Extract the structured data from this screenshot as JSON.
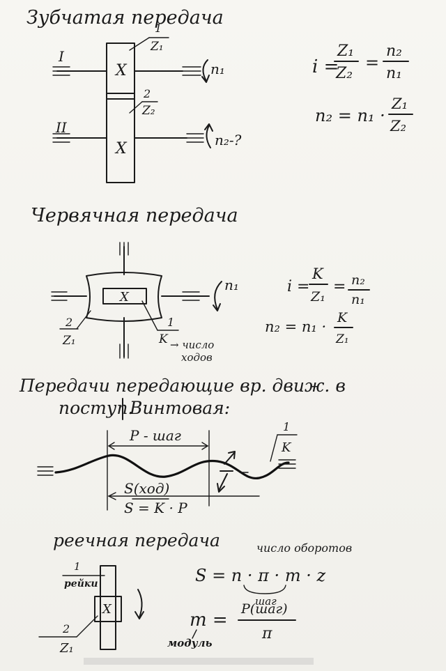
{
  "gear": {
    "title": "Зубчатая передача",
    "shaft1_label": "I",
    "shaft2_label": "II",
    "gear1_num": "1",
    "gear1_z": "Z₁",
    "gear2_num": "2",
    "gear2_z": "Z₂",
    "n1": "n₁",
    "n2": "n₂-?",
    "cross": "X",
    "f1_lhs": "i =",
    "f1_num1": "Z₁",
    "f1_den1": "Z₂",
    "f1_eq": "=",
    "f1_num2": "n₂",
    "f1_den2": "n₁",
    "f2_lhs": "n₂ = n₁ ·",
    "f2_num": "Z₁",
    "f2_den": "Z₂"
  },
  "worm": {
    "title": "Червячная передача",
    "cross": "X",
    "n1": "n₁",
    "gear_num": "2",
    "gear_z": "Z₁",
    "worm_num": "1",
    "worm_k": "K",
    "k_note_line1": "→ число",
    "k_note_line2": "ходов",
    "f1_lhs": "i =",
    "f1_num1": "K",
    "f1_den1": "Z₁",
    "f1_eq": "=",
    "f1_num2": "n₂",
    "f1_den2": "n₁",
    "f2_lhs": "n₂ = n₁ ·",
    "f2_num": "K",
    "f2_den": "Z₁"
  },
  "screw": {
    "heading_line1": "Передачи передающие вр. движ. в",
    "heading_line2_a": "поступ.",
    "heading_line2_b": "Винтовая:",
    "pitch_label": "P - шаг",
    "stroke_label": "S(ход)",
    "formula": "S = K · P",
    "num": "1",
    "k": "K"
  },
  "rack": {
    "title": "реечная передача",
    "note_turns": "число оборотов",
    "formula_s": "S = n · π · m · z",
    "note_step": "шаг",
    "rack_num": "1",
    "rack_label": "рейки",
    "gear_num": "2",
    "gear_z": "Z₁",
    "cross": "X",
    "m_lhs": "m =",
    "m_num": "P(шаг)",
    "m_den": "π",
    "m_note": "модуль"
  }
}
